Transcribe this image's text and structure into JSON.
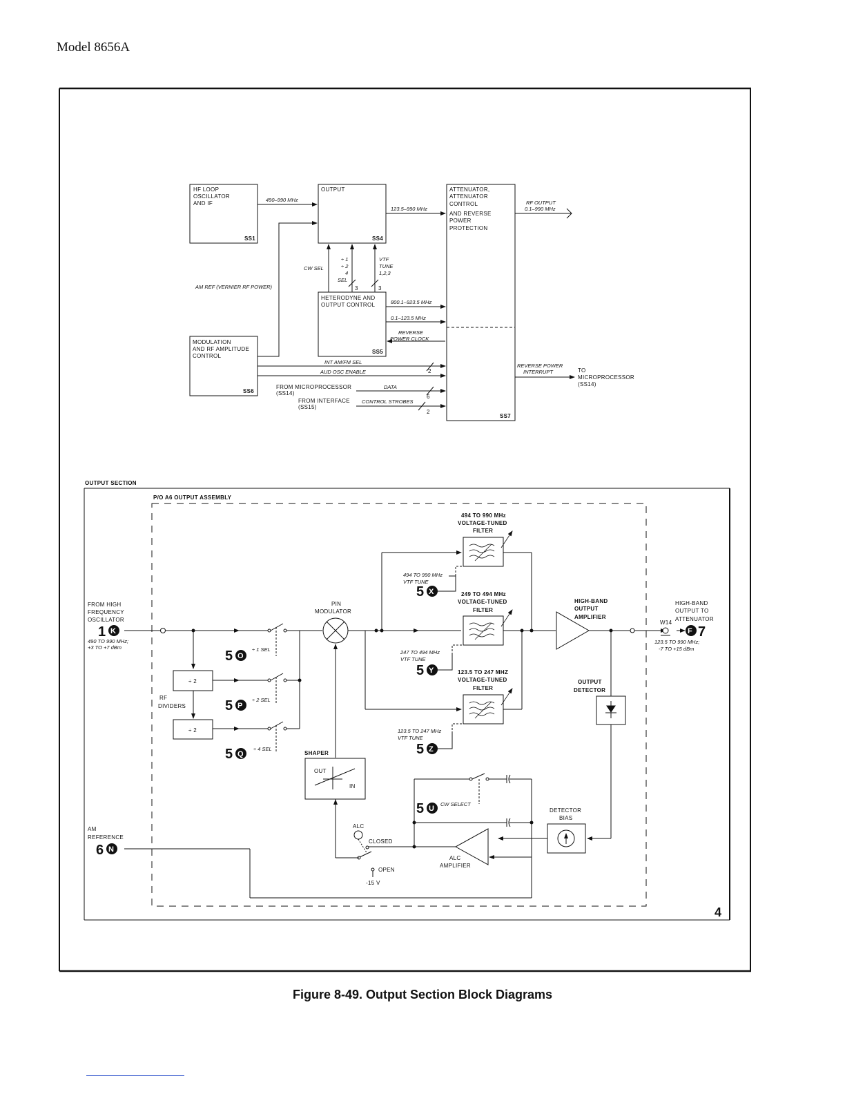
{
  "header": {
    "model": "Model 8656A"
  },
  "caption": "Figure 8-49.  Output Section Block Diagrams",
  "corner_number": "4",
  "top_diagram": {
    "blocks": {
      "ss1": {
        "lines": [
          "HF LOOP",
          "OSCILLATOR",
          "AND IF"
        ],
        "id": "SS1"
      },
      "ss4": {
        "lines": [
          "OUTPUT"
        ],
        "id": "SS4"
      },
      "ss5": {
        "lines": [
          "HETERODYNE AND",
          "OUTPUT CONTROL"
        ],
        "id": "SS5"
      },
      "ss6": {
        "lines": [
          "MODULATION",
          "AND RF AMPLITUDE",
          "CONTROL"
        ],
        "id": "SS6"
      },
      "ss7": {
        "lines": [
          "ATTENUATOR,",
          "ATTENUATOR",
          "CONTROL",
          "AND REVERSE",
          "POWER",
          "PROTECTION"
        ],
        "id": "SS7"
      }
    },
    "signals": {
      "ss1_to_ss4": "490–990 MHz",
      "ss4_to_ss7": "123.5–990 MHz",
      "rf_output": [
        "RF OUTPUT",
        "0.1–990 MHz"
      ],
      "cw_sel": "CW SEL",
      "divs": [
        "÷ 1",
        "÷ 2",
        "4",
        "SEL"
      ],
      "vtf_tune": [
        "VTF",
        "TUNE",
        "1,2,3"
      ],
      "am_ref": "AM REF (VERNIER RF POWER)",
      "ss5_out1": "800.1–923.5 MHz",
      "ss5_out2": "0.1–123.5 MHz",
      "reverse_clock": [
        "REVERSE",
        "POWER CLOCK"
      ],
      "int_am_fm": "INT AM/FM SEL",
      "aud_osc": "AUD OSC ENABLE",
      "from_micro": [
        "FROM MICROPROCESSOR",
        "(SS14)"
      ],
      "from_interface": [
        "FROM INTERFACE",
        "(SS15)"
      ],
      "data": "DATA",
      "control_strobes": "CONTROL STROBES",
      "reverse_interrupt": [
        "REVERSE POWER",
        "INTERRUPT"
      ],
      "to_micro": [
        "TO",
        "MICROPROCESSOR",
        "(SS14)"
      ],
      "bus_counts": [
        "3",
        "3",
        "2",
        "6",
        "2"
      ]
    }
  },
  "bottom_diagram": {
    "section_title": "OUTPUT SECTION",
    "assembly_title": "P/O A6 OUTPUT ASSEMBLY",
    "from_hf": [
      "FROM HIGH",
      "FREQUENCY",
      "OSCILLATOR"
    ],
    "input_conn": {
      "num": "1",
      "letter": "K"
    },
    "input_spec": [
      "490 TO 990 MHz;",
      "+3 TO +7 dBm"
    ],
    "rf_dividers": [
      "RF",
      "DIVIDERS"
    ],
    "divider_label": "÷ 2",
    "sel_labels": [
      "÷ 1 SEL",
      "÷ 2 SEL",
      "÷ 4 SEL"
    ],
    "sel_conns": [
      {
        "num": "5",
        "letter": "O"
      },
      {
        "num": "5",
        "letter": "P"
      },
      {
        "num": "5",
        "letter": "Q"
      }
    ],
    "pin_modulator": [
      "PIN",
      "MODULATOR"
    ],
    "filters": [
      {
        "title": [
          "494 TO 990 MHz",
          "VOLTAGE-TUNED",
          "FILTER"
        ],
        "tune": [
          "494 TO 990 MHz",
          "VTF TUNE"
        ],
        "conn": {
          "num": "5",
          "letter": "X"
        }
      },
      {
        "title": [
          "249 TO 494 MHz",
          "VOLTAGE-TUNED",
          "FILTER"
        ],
        "tune": [
          "247 TO 494 MHz",
          "VTF TUNE"
        ],
        "conn": {
          "num": "5",
          "letter": "Y"
        }
      },
      {
        "title": [
          "123.5 TO 247 MHZ",
          "VOLTAGE-TUNED",
          "FILTER"
        ],
        "tune": [
          "123.5 TO 247 MHz",
          "VTF TUNE"
        ],
        "conn": {
          "num": "5",
          "letter": "Z"
        }
      }
    ],
    "high_band_amp": [
      "HIGH-BAND",
      "OUTPUT",
      "AMPLIFIER"
    ],
    "output_detector": [
      "OUTPUT",
      "DETECTOR"
    ],
    "w14": "W14",
    "output_conn": {
      "letter": "F",
      "num": "7"
    },
    "output_label": [
      "HIGH-BAND",
      "OUTPUT TO",
      "ATTENUATOR"
    ],
    "output_spec": [
      "123.5 TO 990 MHz;",
      "-7 TO +15 dBm"
    ],
    "shaper": {
      "title": "SHAPER",
      "out": "OUT",
      "in": "IN"
    },
    "cw_select": {
      "label": "CW SELECT",
      "conn": {
        "num": "5",
        "letter": "U"
      }
    },
    "alc": "ALC",
    "closed": "CLOSED",
    "open": "OPEN",
    "minus15": "-15 V",
    "alc_amp": [
      "ALC",
      "AMPLIFIER"
    ],
    "detector_bias": [
      "DETECTOR",
      "BIAS"
    ],
    "am_reference": [
      "AM",
      "REFERENCE"
    ],
    "am_conn": {
      "num": "6",
      "letter": "N"
    }
  }
}
